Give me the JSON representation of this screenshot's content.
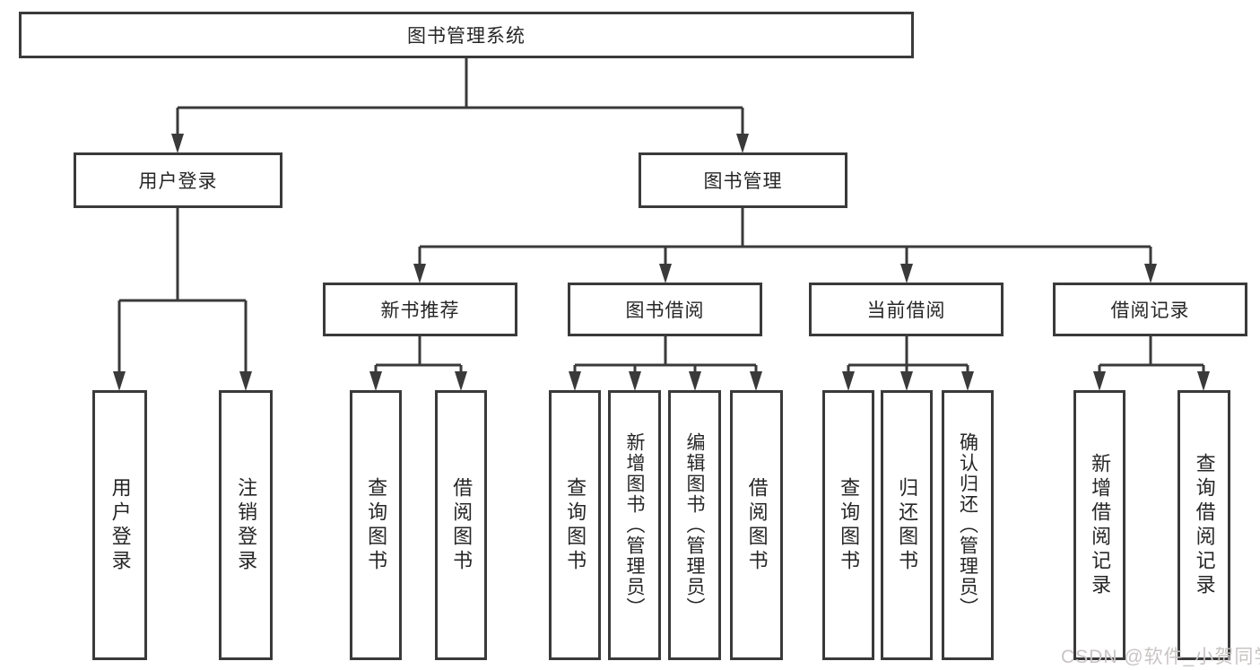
{
  "diagram_title": "图书管理系统",
  "nodes": {
    "root": "图书管理系统",
    "user_login_group": "用户登录",
    "book_mgmt_group": "图书管理",
    "new_book_rec": "新书推荐",
    "book_borrow": "图书借阅",
    "current_borrow": "当前借阅",
    "borrow_records": "借阅记录",
    "user_login": "用户登录",
    "logout": "注销登录",
    "nb_query_book": "查询图书",
    "nb_borrow_book": "借阅图书",
    "bb_query_book": "查询图书",
    "bb_add_book": "新增图书（管理员）",
    "bb_edit_book": "编辑图书（管理员）",
    "bb_borrow_book": "借阅图书",
    "cb_query_book": "查询图书",
    "cb_return_book": "归还图书",
    "cb_confirm_return": "确认归还（管理员）",
    "br_add_record": "新增借阅记录",
    "br_query_record": "查询借阅记录"
  },
  "watermark": "CSDN @软件_小贺同学",
  "colors": {
    "line": "#3a3a3a",
    "box_border": "#3a3a3a",
    "text": "#262626",
    "watermark": "#c9c4c4",
    "background": "#ffffff"
  },
  "chart_data": {
    "type": "tree",
    "title": "图书管理系统",
    "hierarchy": {
      "图书管理系统": {
        "用户登录": [
          "用户登录",
          "注销登录"
        ],
        "图书管理": {
          "新书推荐": [
            "查询图书",
            "借阅图书"
          ],
          "图书借阅": [
            "查询图书",
            "新增图书（管理员）",
            "编辑图书（管理员）",
            "借阅图书"
          ],
          "当前借阅": [
            "查询图书",
            "归还图书",
            "确认归还（管理员）"
          ],
          "借阅记录": [
            "新增借阅记录",
            "查询借阅记录"
          ]
        }
      }
    }
  }
}
